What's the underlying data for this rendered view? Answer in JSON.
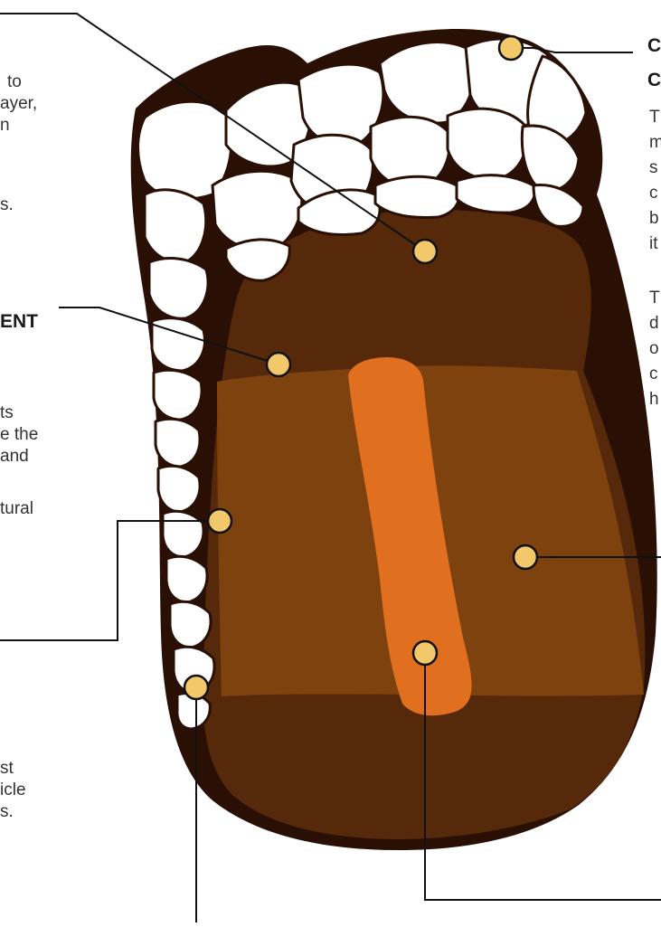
{
  "colors": {
    "outer_rim": "#2a0f04",
    "inner_dark": "#57290b",
    "middle_band": "#7e420e",
    "central_strip": "#e07020",
    "scales": "#ffffff",
    "scale_shadow": "#d6d2cf",
    "marker_fill": "#f2c86a",
    "leader_line": "#111111"
  },
  "markers": [
    {
      "id": "marker-outer-scales"
    },
    {
      "id": "marker-cortex-top"
    },
    {
      "id": "marker-pigment-layer"
    },
    {
      "id": "marker-cortex-mid"
    },
    {
      "id": "marker-medulla"
    },
    {
      "id": "marker-left-scales"
    },
    {
      "id": "marker-cuticle"
    }
  ],
  "left_text": [
    {
      "text": "to"
    },
    {
      "text": "ayer,"
    },
    {
      "text": "n"
    },
    {
      "text": "s."
    },
    {
      "text": "ENT",
      "bold": true
    },
    {
      "text": "ts"
    },
    {
      "text": "e the"
    },
    {
      "text": "and"
    },
    {
      "text": "tural"
    },
    {
      "text": "st"
    },
    {
      "text": "icle"
    },
    {
      "text": "s."
    }
  ],
  "right_text": [
    {
      "text": "C",
      "bold": true
    },
    {
      "text": "C",
      "bold": true
    },
    {
      "text": "T"
    },
    {
      "text": "m"
    },
    {
      "text": "s"
    },
    {
      "text": "c"
    },
    {
      "text": "b"
    },
    {
      "text": "it"
    },
    {
      "text": "T"
    },
    {
      "text": "d"
    },
    {
      "text": "o"
    },
    {
      "text": "c"
    },
    {
      "text": "h"
    }
  ]
}
